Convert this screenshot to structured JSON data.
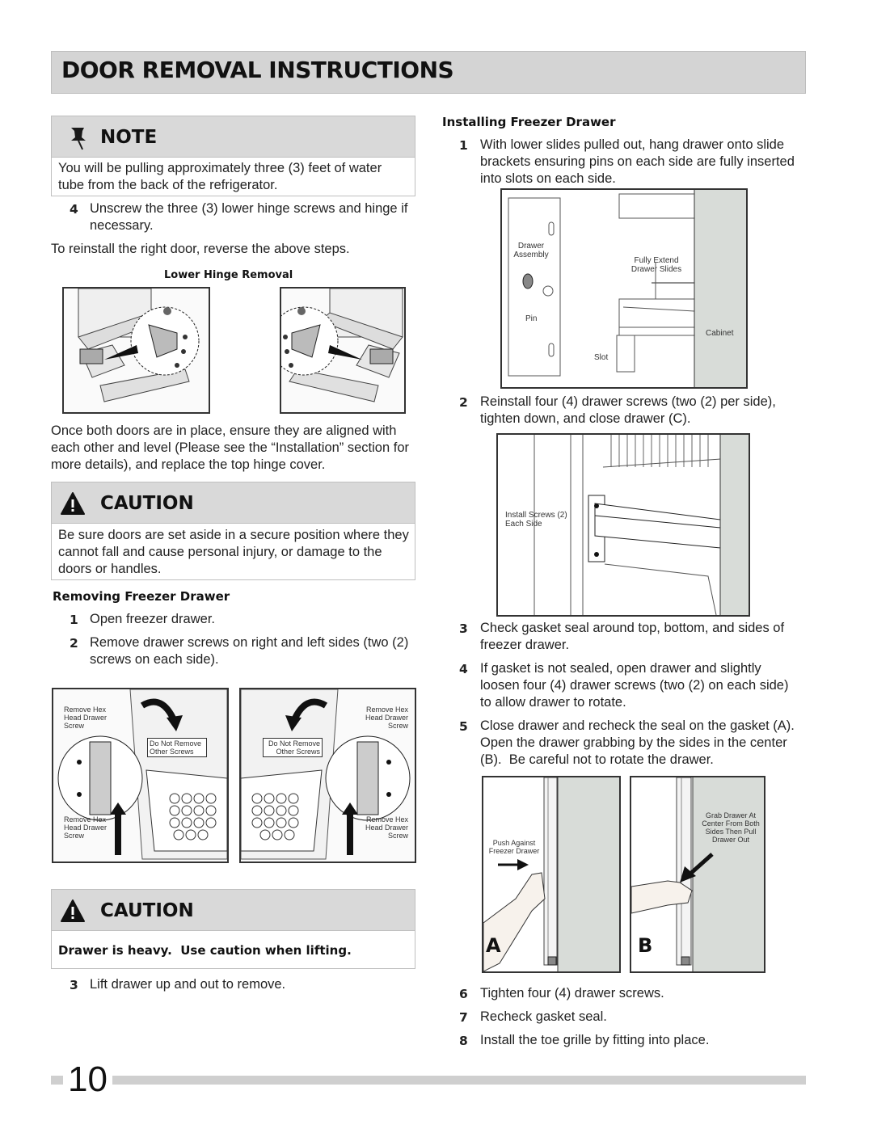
{
  "header": {
    "title": "DOOR REMOVAL INSTRUCTIONS"
  },
  "note": {
    "title": "NOTE",
    "body": "You will be pulling approximately three (3) feet of water tube from the back of the refrigerator."
  },
  "step4_left": {
    "num": "4",
    "text": "Unscrew the three (3) lower hinge screws and hinge if necessary."
  },
  "reinstall_text": "To reinstall the right door, reverse the above steps.",
  "lower_hinge": {
    "caption": "Lower Hinge Removal"
  },
  "aligned_text": "Once both doors are in place, ensure they are aligned with each other and level (Please see the “Installation” section for more details), and replace the top hinge cover.",
  "caution1": {
    "title": "CAUTION",
    "body": "Be sure doors are set aside in a secure position where they cannot fall and cause personal injury, or damage to the doors or handles."
  },
  "removing": {
    "heading": "Removing Freezer Drawer",
    "steps": [
      {
        "num": "1",
        "text": "Open freezer drawer."
      },
      {
        "num": "2",
        "text": "Remove drawer screws on right and left sides (two (2) screws on each side)."
      }
    ],
    "fig_labels": {
      "left_top": "Remove Hex Head Drawer Screw",
      "left_bottom": "Remove Hex Head Drawer Screw",
      "left_mid": "Do Not Remove Other Screws",
      "right_top": "Remove Hex Head Drawer Screw",
      "right_bottom": "Remove Hex Head Drawer Screw",
      "right_mid": "Do Not Remove Other Screws"
    }
  },
  "caution2": {
    "title": "CAUTION",
    "body": "Drawer is heavy.  Use caution when lifting."
  },
  "step3_left": {
    "num": "3",
    "text": "Lift drawer up and out to remove."
  },
  "installing": {
    "heading": "Installing Freezer Drawer",
    "step1": {
      "num": "1",
      "text": "With lower slides pulled out, hang drawer onto slide brackets ensuring pins on each side are fully inserted into slots on each side."
    },
    "fig1_labels": {
      "drawer_assembly": "Drawer Assembly",
      "fully_extend": "Fully Extend Drawer Slides",
      "pin": "Pin",
      "cabinet": "Cabinet",
      "slot": "Slot"
    },
    "step2": {
      "num": "2",
      "text": "Reinstall four (4) drawer screws (two (2) per side), tighten down, and close drawer (C)."
    },
    "fig2_labels": {
      "install_screws": "Install Screws (2) Each Side"
    },
    "steps_mid": [
      {
        "num": "3",
        "text": "Check gasket seal around top, bottom, and sides of freezer drawer."
      },
      {
        "num": "4",
        "text": "If gasket is not sealed, open drawer and slightly loosen four (4) drawer screws (two (2) on each side) to allow drawer to rotate."
      },
      {
        "num": "5",
        "text": "Close drawer and recheck the seal on the gasket (A).  Open the drawer grabbing by the sides in the center (B).  Be careful not to rotate the drawer."
      }
    ],
    "fig3_labels": {
      "push": "Push Against Freezer Drawer",
      "grab": "Grab Drawer At Center From Both Sides Then Pull Drawer Out",
      "a": "A",
      "b": "B"
    },
    "steps_end": [
      {
        "num": "6",
        "text": "Tighten four (4) drawer screws."
      },
      {
        "num": "7",
        "text": "Recheck gasket seal."
      },
      {
        "num": "8",
        "text": "Install the toe grille by fitting into place."
      }
    ]
  },
  "footer": {
    "page_number": "10"
  }
}
